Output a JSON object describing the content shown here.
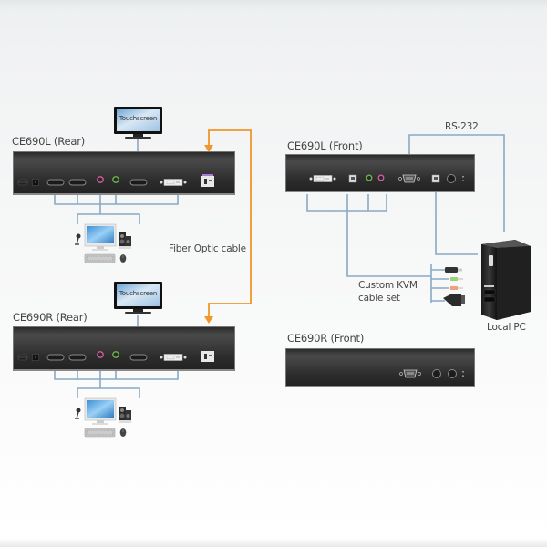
{
  "diagram": {
    "devices": {
      "ce690l_rear": {
        "label": "CE690L (Rear)"
      },
      "ce690r_rear": {
        "label": "CE690R (Rear)"
      },
      "ce690l_front": {
        "label": "CE690L (Front)"
      },
      "ce690r_front": {
        "label": "CE690R (Front)"
      }
    },
    "monitors": [
      {
        "label": "Touchscreen"
      },
      {
        "label": "Touchscreen"
      }
    ],
    "connections": {
      "fiber": {
        "label": "Fiber Optic cable",
        "color": "#f0962a"
      },
      "rs232": {
        "label": "RS-232"
      },
      "kvm_cable": {
        "label_line1": "Custom KVM",
        "label_line2": "cable set"
      },
      "cable_color": "#8aa9c4"
    },
    "local_pc": {
      "label": "Local PC"
    },
    "console_devices": [
      "microphone",
      "monitor",
      "speakers",
      "keyboard",
      "mouse"
    ]
  }
}
